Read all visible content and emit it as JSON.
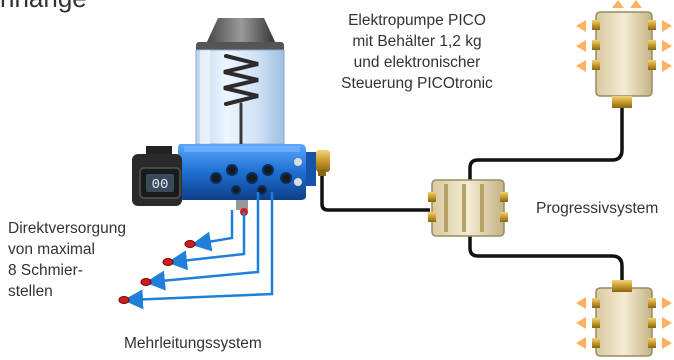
{
  "header": {
    "cut_title": "nhänge"
  },
  "labels": {
    "pump": [
      "Elektropumpe PICO",
      "mit Behälter 1,2 kg",
      "und elektronischer",
      "Steuerung PICOtronic"
    ],
    "direct": [
      "Direktversorgung",
      "von maximal",
      "8 Schmier-",
      "stellen"
    ],
    "multiline": "Mehrleitungssystem",
    "progressive": "Progressivsystem"
  },
  "display": {
    "readout": "00"
  },
  "colors": {
    "pump_blue": "#1f6fd0",
    "line_blue": "#1f7fd9",
    "pipe_black": "#111111",
    "brass": "#c99a2e",
    "grease_point": "#cc1f1f",
    "flow_arrow": "#ffb060",
    "text": "#333333"
  },
  "icons": [
    "spring-icon",
    "display-icon",
    "arrow-icon",
    "grease-point-icon"
  ]
}
